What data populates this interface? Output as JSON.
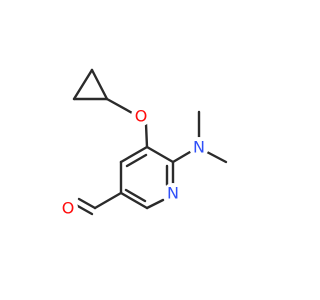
{
  "molecule": {
    "atoms": {
      "oxygen_ether": {
        "label": "O",
        "color": "#ff0d0d"
      },
      "nitrogen_amine": {
        "label": "N",
        "color": "#3050f8"
      },
      "nitrogen_ring": {
        "label": "N",
        "color": "#3050f8"
      },
      "oxygen_aldehyde": {
        "label": "O",
        "color": "#ff0d0d"
      }
    },
    "bond_color": "#2b2b2b"
  }
}
